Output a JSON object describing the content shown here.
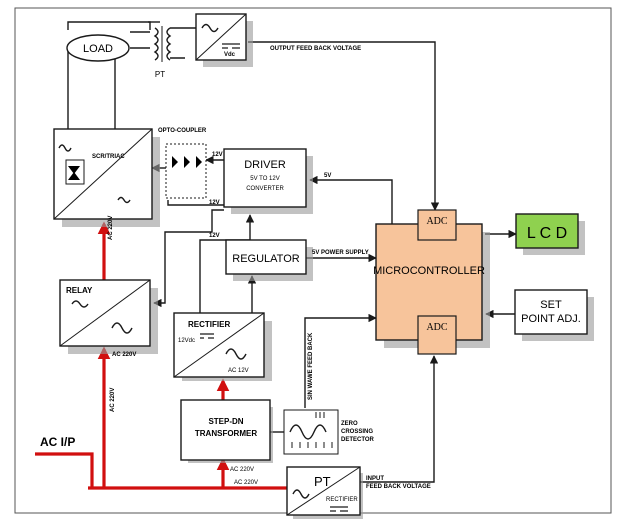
{
  "blocks": {
    "load": "LOAD",
    "pt_top": "PT",
    "vdc": "Vdc",
    "scr_triac": "SCR/TRIAC",
    "opto_coupler": "OPTO-COUPLER",
    "driver_1": "DRIVER",
    "driver_2": "5V TO 12V",
    "driver_3": "CONVERTER",
    "regulator": "REGULATOR",
    "microcontroller": "MICROCONTROLLER",
    "adc_top": "ADC",
    "adc_bottom": "ADC",
    "lcd": "L C D",
    "set_point_1": "SET",
    "set_point_2": "POINT ADJ.",
    "relay": "RELAY",
    "rectifier": "RECTIFIER",
    "rectifier_vdc": "12Vdc",
    "step_down_1": "STEP-DN",
    "step_down_2": "TRANSFORMER",
    "zero_crossing_1": "ZERO",
    "zero_crossing_2": "CROSSING",
    "zero_crossing_3": "DETECTOR",
    "pt_bottom": "PT",
    "pt_bottom_rectifier": "RECTIFIER"
  },
  "signals": {
    "output_feedback": "OUTPUT FEED BACK VOLTAGE",
    "five_v": "5V",
    "twelve_v_a": "12V",
    "twelve_v_b": "12V",
    "twelve_v_c": "12V",
    "five_v_supply": "5V POWER SUPPLY",
    "sin_wave_feedback": "SIN WAWE FEED BACK",
    "input_feedback_1": "INPUT",
    "input_feedback_2": "FEED BACK VOLTAGE",
    "ac_220_relay_top": "AC 220V",
    "ac_220_relay_bottom": "AC 220V",
    "ac_220_vertical": "AC 220V",
    "ac_12": "AC 12V",
    "ac_220_transformer": "AC 220V",
    "ac_220_bottom": "AC 220V",
    "ac_input": "AC I/P"
  },
  "colors": {
    "power_line": "#d10f0f",
    "microcontroller_fill": "#f7c49b",
    "lcd_fill": "#8fd14f"
  }
}
